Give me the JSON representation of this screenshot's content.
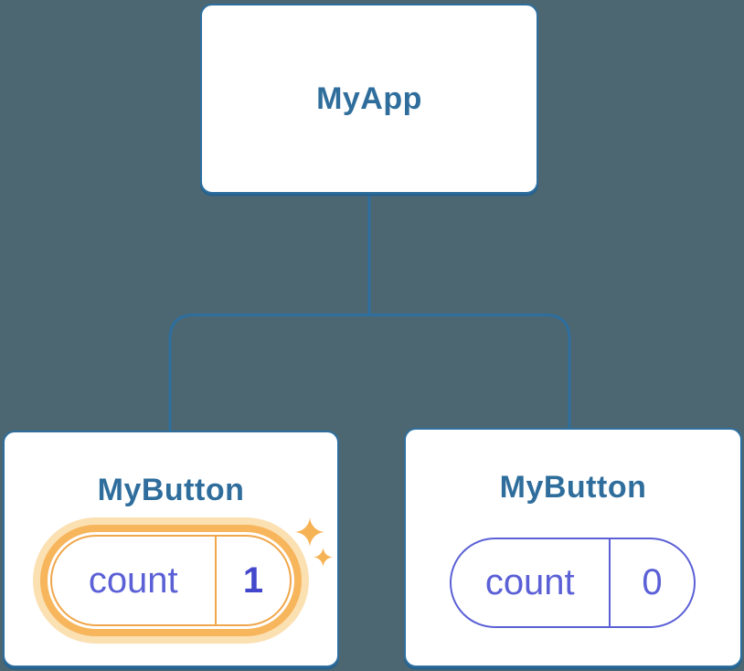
{
  "diagram": {
    "description": "React component tree with local state",
    "root": {
      "label": "MyApp"
    },
    "children": [
      {
        "label": "MyButton",
        "state": {
          "name": "count",
          "value": "1"
        },
        "highlighted": true
      },
      {
        "label": "MyButton",
        "state": {
          "name": "count",
          "value": "0"
        },
        "highlighted": false
      }
    ]
  },
  "icons": {
    "highlight_large": "sparkle-icon",
    "highlight_small": "sparkle-icon"
  },
  "colors": {
    "background": "#4c6772",
    "card_background": "#ffffff",
    "card_border": "#2e6f9f",
    "card_border_bottom": "#27618d",
    "connector_line": "#2e6f9f",
    "node_title_text": "#2f6e9c",
    "state_text": "#5b60d6",
    "state_value_bold": "#4347cc",
    "state_border_normal": "#5b60d6",
    "highlight_border": "#f0a64a",
    "highlight_ring": "#f7b55c",
    "highlight_halo": "#fbe0b2",
    "sparkle": "#f6b356"
  }
}
